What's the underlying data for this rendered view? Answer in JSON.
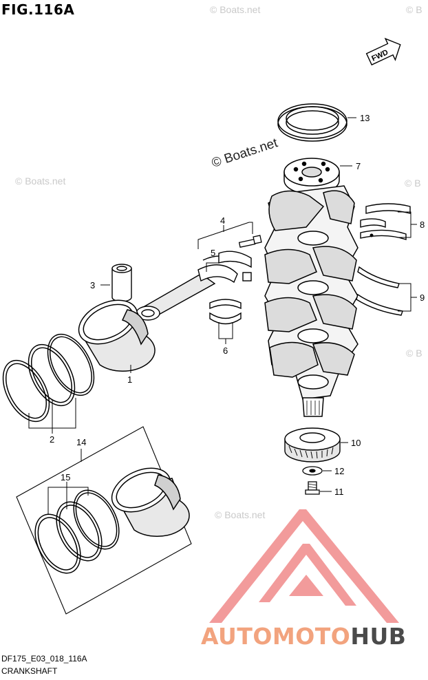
{
  "figure": {
    "title": "FIG.116A",
    "code": "DF175_E03_018_116A",
    "caption": "CRANKSHAFT",
    "direction_label": "FWD"
  },
  "watermarks": {
    "main": "© Boats.net",
    "faint": "© Boats.net",
    "faint_short": "© B"
  },
  "brand": {
    "part1": "AUTOMOTO",
    "part2": "HUB",
    "logo_color": "#f08a8a",
    "text_color": "#f2a37e",
    "hub_color": "#4a4a4a"
  },
  "callouts": [
    {
      "id": "c1",
      "number": "1"
    },
    {
      "id": "c2",
      "number": "2"
    },
    {
      "id": "c3",
      "number": "3"
    },
    {
      "id": "c4",
      "number": "4"
    },
    {
      "id": "c5",
      "number": "5"
    },
    {
      "id": "c6",
      "number": "6"
    },
    {
      "id": "c7",
      "number": "7"
    },
    {
      "id": "c8",
      "number": "8"
    },
    {
      "id": "c9",
      "number": "9"
    },
    {
      "id": "c10",
      "number": "10"
    },
    {
      "id": "c11",
      "number": "11"
    },
    {
      "id": "c12",
      "number": "12"
    },
    {
      "id": "c13",
      "number": "13"
    },
    {
      "id": "c14",
      "number": "14"
    },
    {
      "id": "c15",
      "number": "15"
    }
  ]
}
